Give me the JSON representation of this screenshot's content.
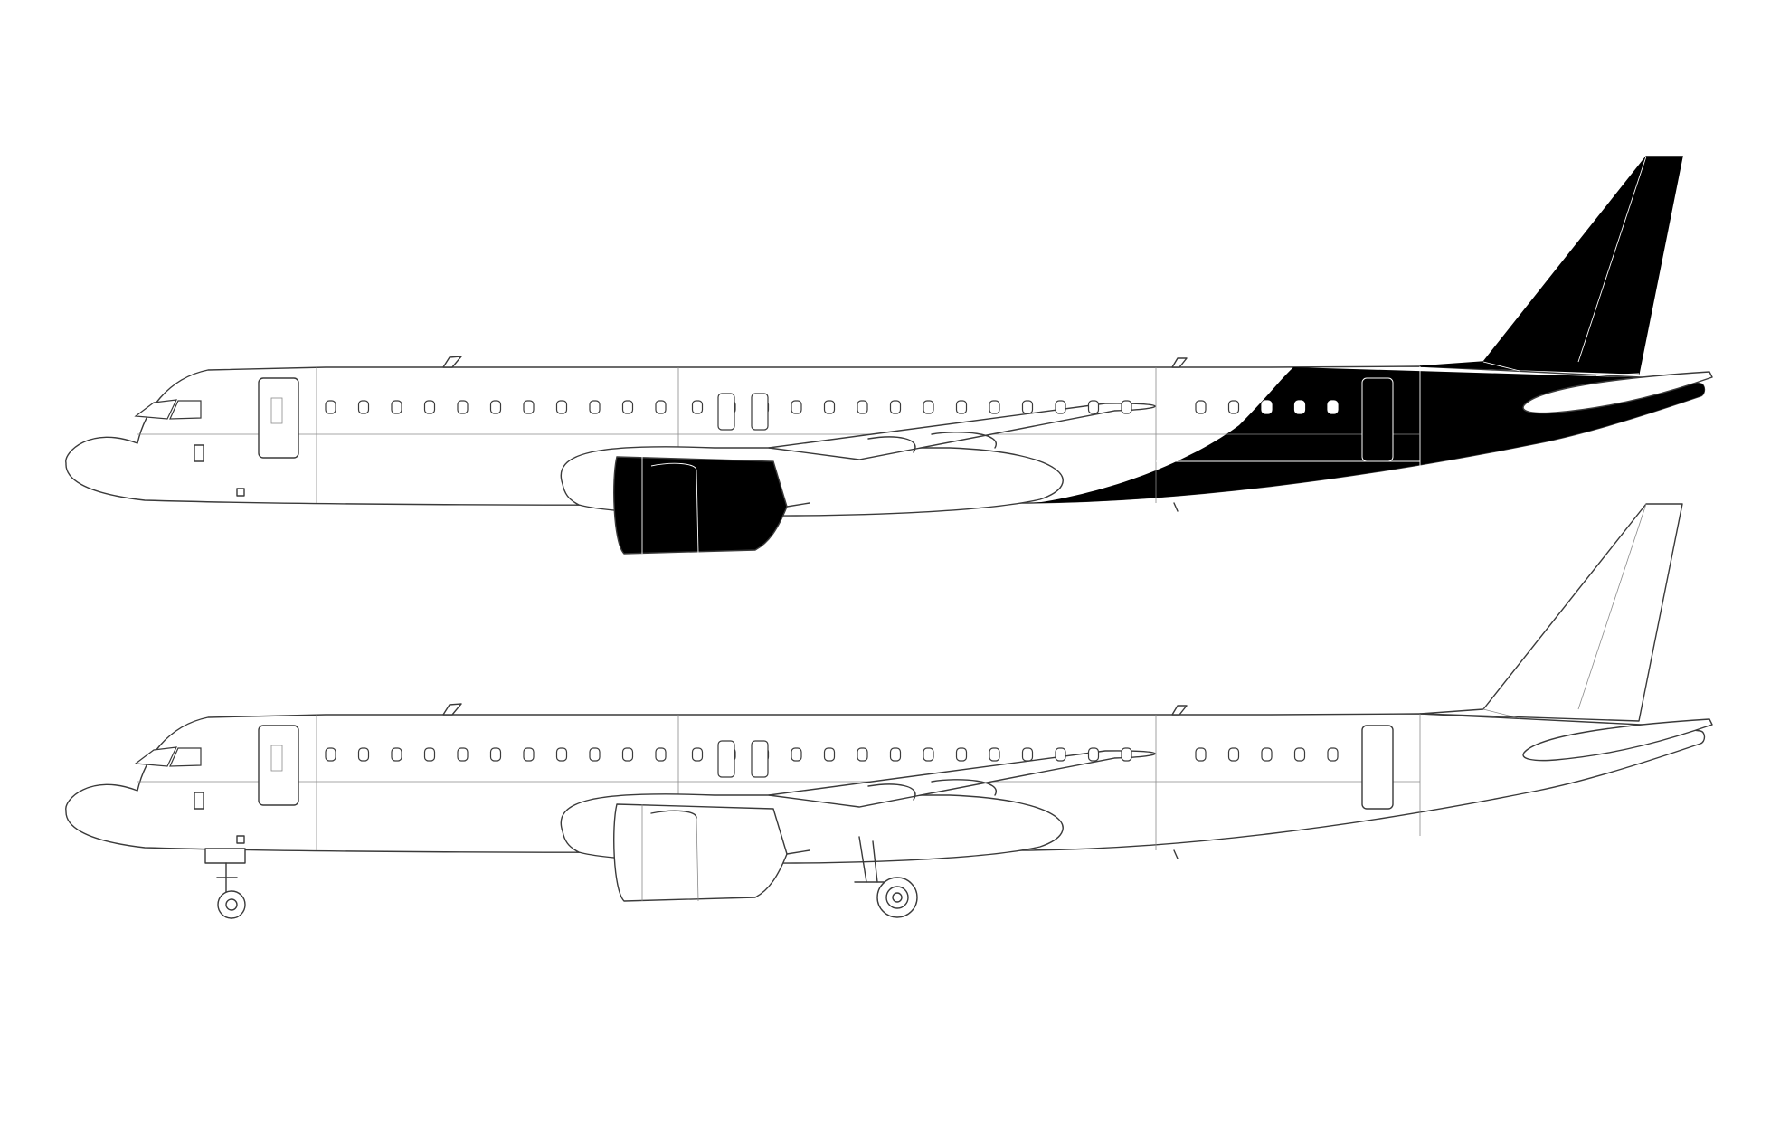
{
  "diagram": {
    "views": [
      {
        "id": "livery",
        "livery_color": "#000000",
        "gear": "retracted"
      },
      {
        "id": "blank",
        "livery_color": "#ffffff",
        "gear": "extended"
      }
    ],
    "colors": {
      "outline": "#3a3a3a",
      "panel_lines": "#8a8a8a",
      "background": "#ffffff",
      "livery": "#000000"
    },
    "fore_windows": 25,
    "aft_windows": 5
  }
}
